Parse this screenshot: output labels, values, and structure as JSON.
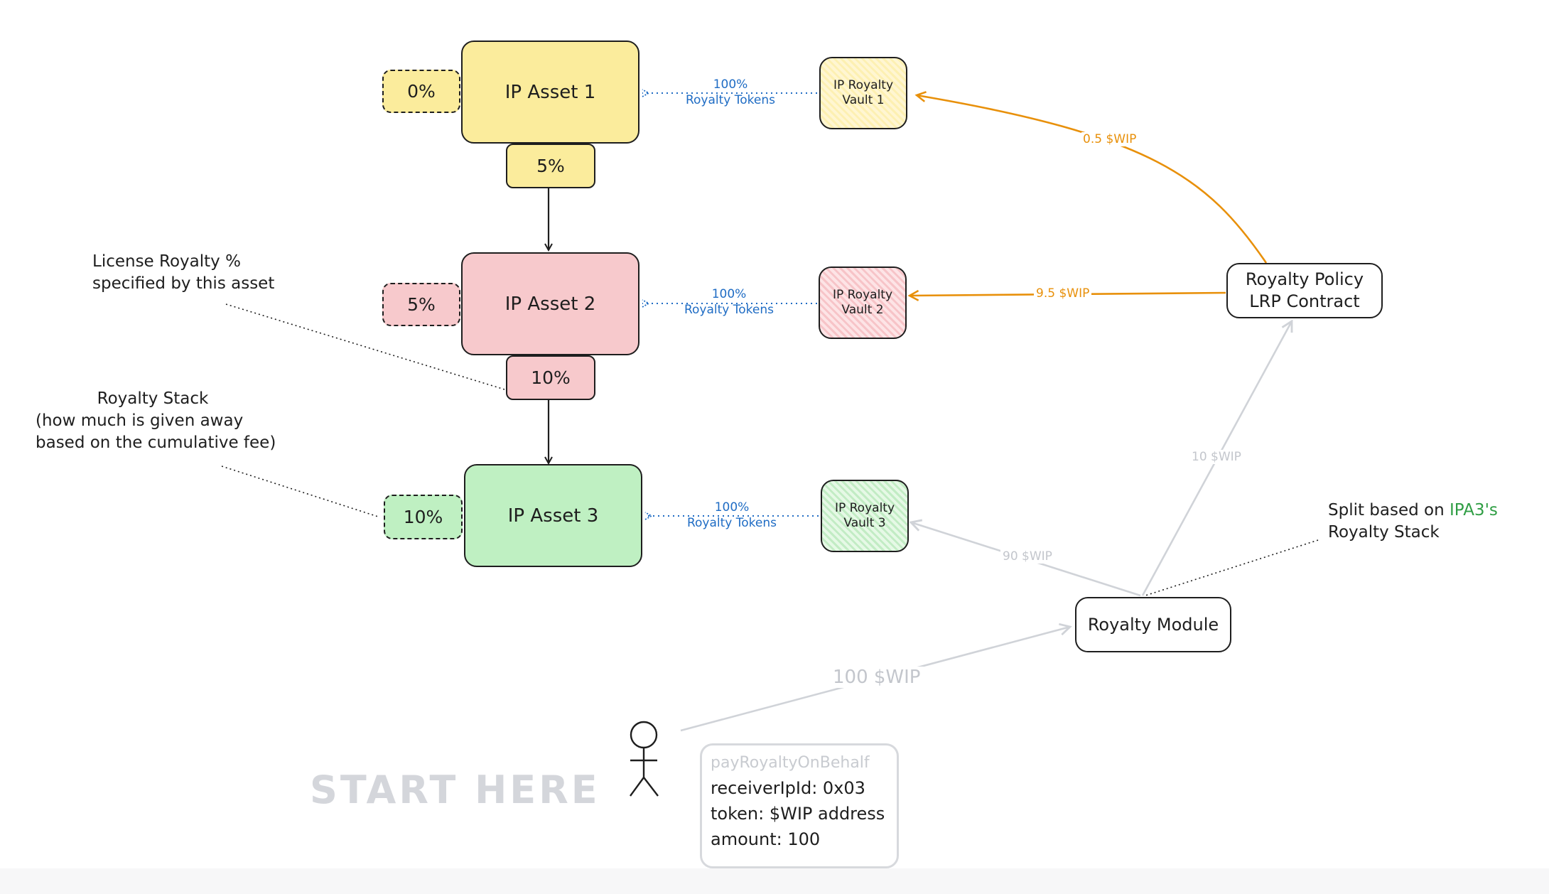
{
  "assets": [
    {
      "name": "IP Asset 1",
      "stack_pct": "0%",
      "license_pct": "5%"
    },
    {
      "name": "IP Asset 2",
      "stack_pct": "5%",
      "license_pct": "10%"
    },
    {
      "name": "IP Asset 3",
      "stack_pct": "10%"
    }
  ],
  "vaults": [
    {
      "line1": "IP Royalty",
      "line2": "Vault 1"
    },
    {
      "line1": "IP Royalty",
      "line2": "Vault 2"
    },
    {
      "line1": "IP Royalty",
      "line2": "Vault 3"
    }
  ],
  "token_links": [
    {
      "pct": "100%",
      "text": "Royalty Tokens"
    },
    {
      "pct": "100%",
      "text": "Royalty Tokens"
    },
    {
      "pct": "100%",
      "text": "Royalty Tokens"
    }
  ],
  "policy": {
    "line1": "Royalty Policy",
    "line2": "LRP Contract"
  },
  "module": {
    "label": "Royalty Module"
  },
  "flows": {
    "to_vault1": "0.5 $WIP",
    "to_vault2": "9.5 $WIP",
    "to_policy": "10 $WIP",
    "to_vault3": "90 $WIP",
    "to_module": "100 $WIP"
  },
  "annotations": {
    "license_line1": "License Royalty %",
    "license_line2": "specified by this asset",
    "stack_line1": "Royalty Stack",
    "stack_line2": "(how much is given away",
    "stack_line3": "based on the cumulative fee)",
    "split_prefix": "Split based on ",
    "split_highlight": "IPA3's",
    "split_line2": "Royalty Stack"
  },
  "start_label": "START HERE",
  "function_call": {
    "name": "payRoyaltyOnBehalf",
    "args": [
      "receiverIpId: 0x03",
      "token: $WIP address",
      "amount: 100"
    ]
  },
  "colors": {
    "asset1": "#fbec9c",
    "asset2": "#f7c9cc",
    "asset3": "#bff0c2",
    "orange_flow": "#e8900a",
    "blue_tokens": "#1f6cc4",
    "grey_flow": "#d0d3d8",
    "highlight_green": "#2f9e44"
  }
}
